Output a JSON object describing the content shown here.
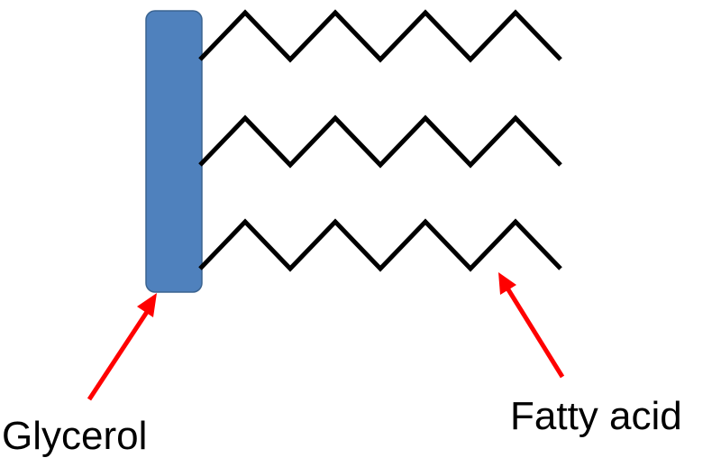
{
  "labels": {
    "glycerol": "Glycerol",
    "fatty_acid": "Fatty acid"
  },
  "colors": {
    "glycerol_fill": "#4f81bd",
    "glycerol_stroke": "#3a6390",
    "chain_stroke": "#000000",
    "arrow": "#ff0000"
  },
  "structure": {
    "fatty_acid_chains": 3,
    "zigzag_vertices_per_chain": 9
  }
}
